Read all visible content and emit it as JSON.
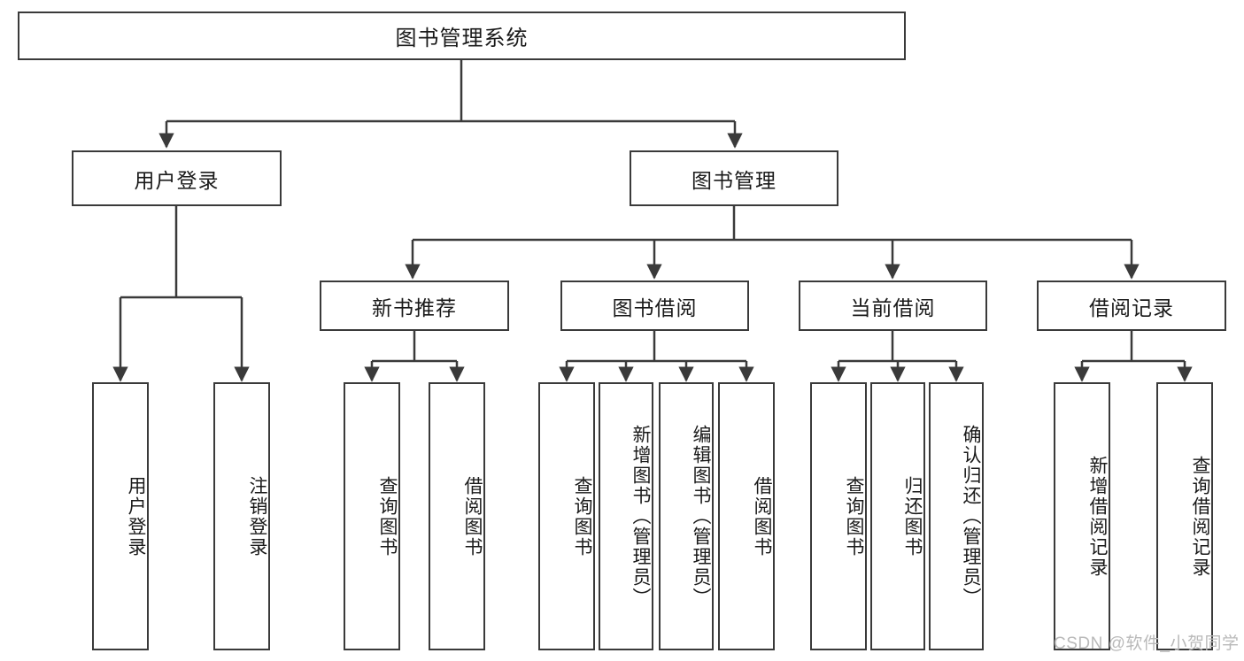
{
  "diagram": {
    "title": "图书管理系统",
    "type": "tree-hierarchy-chart",
    "watermark": "CSDN @软件_小贺同学",
    "colors": {
      "stroke": "#3a3a3a",
      "background": "#ffffff",
      "text": "#1a1a1a",
      "watermark": "#b9b9b9"
    },
    "root": {
      "label": "图书管理系统"
    },
    "level1": [
      {
        "label": "用户登录"
      },
      {
        "label": "图书管理"
      }
    ],
    "level2": [
      {
        "label": "新书推荐"
      },
      {
        "label": "图书借阅"
      },
      {
        "label": "当前借阅"
      },
      {
        "label": "借阅记录"
      }
    ],
    "leaves": {
      "user_login": [
        {
          "label": "用户登录"
        },
        {
          "label": "注销登录"
        }
      ],
      "new_book_recommend": [
        {
          "label": "查询图书"
        },
        {
          "label": "借阅图书"
        }
      ],
      "book_borrow": [
        {
          "label": "查询图书"
        },
        {
          "label": "新增图书（管理员）"
        },
        {
          "label": "编辑图书（管理员）"
        },
        {
          "label": "借阅图书"
        }
      ],
      "current_borrow": [
        {
          "label": "查询图书"
        },
        {
          "label": "归还图书"
        },
        {
          "label": "确认归还（管理员）"
        }
      ],
      "borrow_records": [
        {
          "label": "新增借阅记录"
        },
        {
          "label": "查询借阅记录"
        }
      ]
    }
  }
}
